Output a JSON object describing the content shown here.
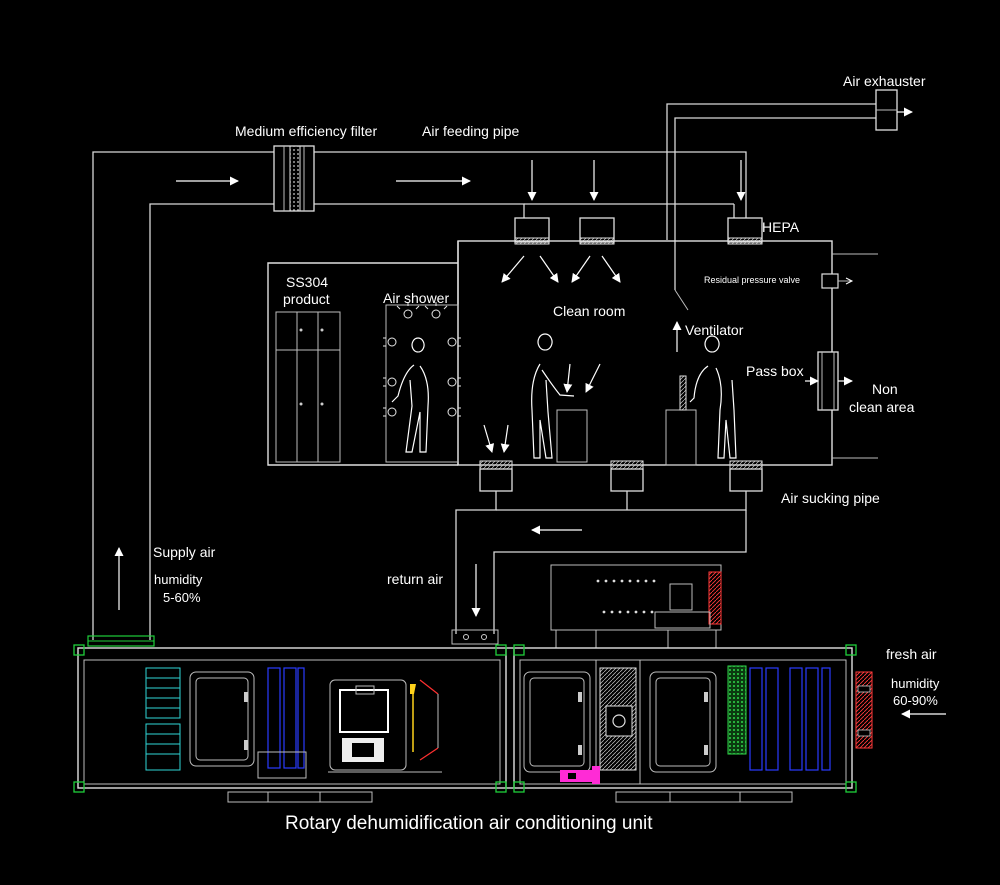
{
  "labels": {
    "air_exhauster": "Air exhauster",
    "medium_filter": "Medium efficiency filter",
    "air_feeding_pipe": "Air feeding pipe",
    "hepa": "HEPA",
    "residual_valve": "Residual pressure valve",
    "ss304_line1": "SS304",
    "ss304_line2": "product",
    "air_shower": "Air shower",
    "clean_room": "Clean room",
    "ventilator": "Ventilator",
    "pass_box": "Pass box",
    "non_clean_line1": "Non",
    "non_clean_line2": "clean area",
    "air_sucking_pipe": "Air sucking pipe",
    "supply_air": "Supply air",
    "humidity_supply_line1": "humidity",
    "humidity_supply_line2": "5-60%",
    "return_air": "return air",
    "fresh_air": "fresh air",
    "humidity_fresh_line1": "humidity",
    "humidity_fresh_line2": "60-90%",
    "title": "Rotary dehumidification air conditioning unit"
  },
  "colors": {
    "background": "#000000",
    "line": "#e0e0e0",
    "coil_blue": "#2a3bff",
    "filter_cyan": "#2fd6d6",
    "accent_green": "#1fcf3a",
    "heater_magenta": "#ff2bd6",
    "valve_yellow": "#ffd21a",
    "heater_red": "#ff3030"
  }
}
